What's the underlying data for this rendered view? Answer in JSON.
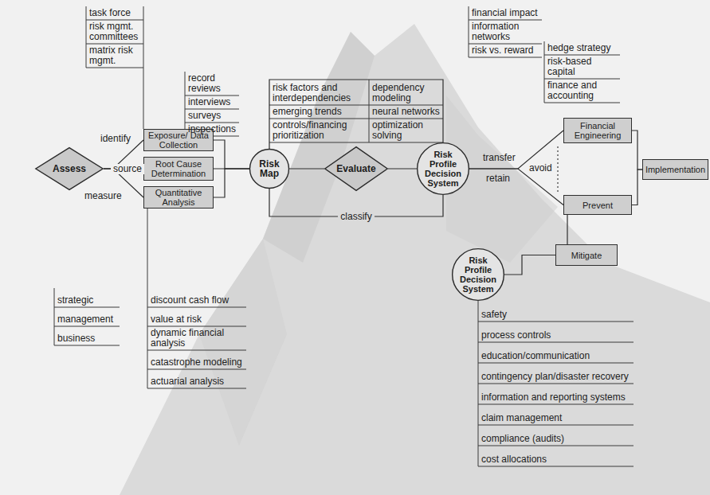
{
  "diagram": {
    "nodes": [
      {
        "text": [
          "Assess"
        ]
      },
      {
        "text": [
          "Exposure/ Data Collection"
        ]
      },
      {
        "text": [
          "Root Cause Determination"
        ]
      },
      {
        "text": [
          "Quantitative Analysis"
        ]
      },
      {
        "text": [
          "Risk Map"
        ]
      },
      {
        "text": [
          "Evaluate"
        ]
      },
      {
        "text": [
          "Risk Profile Decision System"
        ]
      },
      {
        "text": [
          "Financial Engineering"
        ]
      },
      {
        "text": [
          "Prevent"
        ]
      },
      {
        "text": [
          "Implementation"
        ]
      },
      {
        "text": [
          "Risk Profile Decision System"
        ]
      },
      {
        "text": [
          "Mitigate"
        ]
      }
    ],
    "edges": [
      {
        "from": 0,
        "to": 1,
        "label": "identify",
        "arrow": "none"
      },
      {
        "from": 0,
        "to": 2,
        "label": "source",
        "arrow": "none"
      },
      {
        "from": 0,
        "to": 3,
        "label": "measure",
        "arrow": "none"
      },
      {
        "from": 1,
        "to": 4,
        "arrow": "none"
      },
      {
        "from": 2,
        "to": 4,
        "arrow": "none"
      },
      {
        "from": 3,
        "to": 4,
        "arrow": "none"
      },
      {
        "from": 4,
        "to": 5,
        "arrow": "none"
      },
      {
        "from": 5,
        "to": 6,
        "arrow": "none"
      },
      {
        "from": 4,
        "to": 6,
        "arrow": "none"
      },
      {
        "from": 4,
        "to": 6,
        "label": "classify",
        "arrow": "none"
      },
      {
        "from": 6,
        "to": 7,
        "label": "transfer",
        "arrow": "none"
      },
      {
        "from": 6,
        "to": 8,
        "label": "retain",
        "arrow": "none"
      },
      {
        "from": 7,
        "to": 9,
        "arrow": "none"
      },
      {
        "from": 8,
        "to": 9,
        "arrow": "none"
      },
      {
        "from": 8,
        "to": 11,
        "arrow": "none"
      },
      {
        "from": 10,
        "to": 11,
        "arrow": "none"
      }
    ],
    "labels": [
      "task force",
      "risk mgmt. committees",
      "matrix risk mgmt.",
      "record reviews",
      "interviews",
      "surveys",
      "inspections",
      "risk factors and interdependencies",
      "emerging trends",
      "controls/financing prioritization",
      "dependency modeling",
      "neural networks",
      "optimization solving",
      "financial impact",
      "information networks",
      "risk vs. reward",
      "hedge strategy",
      "risk-based capital",
      "finance and accounting",
      "avoid",
      "strategic",
      "management",
      "business",
      "discount cash flow",
      "value at risk",
      "dynamic financial analysis",
      "catastrophe modeling",
      "actuarial analysis",
      "safety",
      "process controls",
      "education/communication",
      "contingency plan/disaster recovery",
      "information and reporting systems",
      "claim management",
      "compliance (audits)",
      "cost allocations"
    ]
  }
}
